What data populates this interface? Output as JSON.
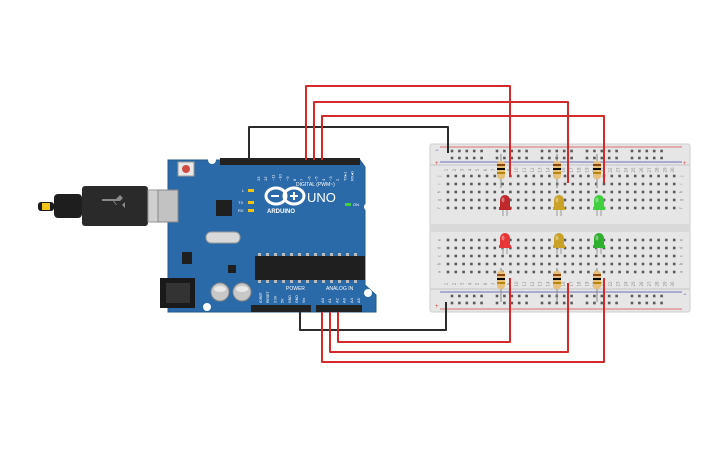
{
  "board": {
    "logo_text": "ARDUINO",
    "model": "UNO",
    "digital_header": "DIGITAL (PWM~)",
    "power_header": "POWER",
    "analog_header": "ANALOG IN",
    "on_label": "ON",
    "led_l": "L",
    "led_tx": "TX",
    "led_rx": "RX",
    "aref": "AREF",
    "gnd": "GND",
    "pin_labels_digital": [
      "13",
      "12",
      "~11",
      "~10",
      "~9",
      "8",
      "7",
      "~6",
      "~5",
      "4",
      "~3",
      "2",
      "TX▸1",
      "RX◂0"
    ],
    "pin_labels_power": [
      "IOREF",
      "RESET",
      "3.3V",
      "5V",
      "GND",
      "GND",
      "Vin"
    ],
    "pin_labels_analog": [
      "A0",
      "A1",
      "A2",
      "A3",
      "A4",
      "A5"
    ]
  },
  "breadboard": {
    "column_numbers": [
      "1",
      "2",
      "3",
      "4",
      "5",
      "6",
      "7",
      "8",
      "9",
      "10",
      "11",
      "12",
      "13",
      "14",
      "15",
      "16",
      "17",
      "18",
      "19",
      "20",
      "21",
      "22",
      "23",
      "24",
      "25",
      "26",
      "27",
      "28",
      "29",
      "30"
    ],
    "row_letters_top": [
      "j",
      "i",
      "h",
      "g",
      "f"
    ],
    "row_letters_bottom": [
      "e",
      "d",
      "c",
      "b",
      "a"
    ],
    "rail_plus": "+",
    "rail_minus": "−"
  },
  "leds": [
    {
      "name": "top-red-led",
      "color": "#c0282b"
    },
    {
      "name": "top-yellow-led",
      "color": "#c9a227"
    },
    {
      "name": "top-green-led",
      "color": "#3fcf3f"
    },
    {
      "name": "bottom-red-led",
      "color": "#e83535"
    },
    {
      "name": "bottom-yellow-led",
      "color": "#c9a227"
    },
    {
      "name": "bottom-green-led",
      "color": "#2fb02f"
    }
  ],
  "colors": {
    "wire_red": "#d42a2a",
    "wire_black": "#2b2b2b",
    "board_blue": "#2b6aa8",
    "breadboard": "#e6e6e6"
  },
  "icons": [
    "usb-cable-icon",
    "power-jack-icon",
    "reset-button-icon",
    "arduino-logo-icon"
  ]
}
